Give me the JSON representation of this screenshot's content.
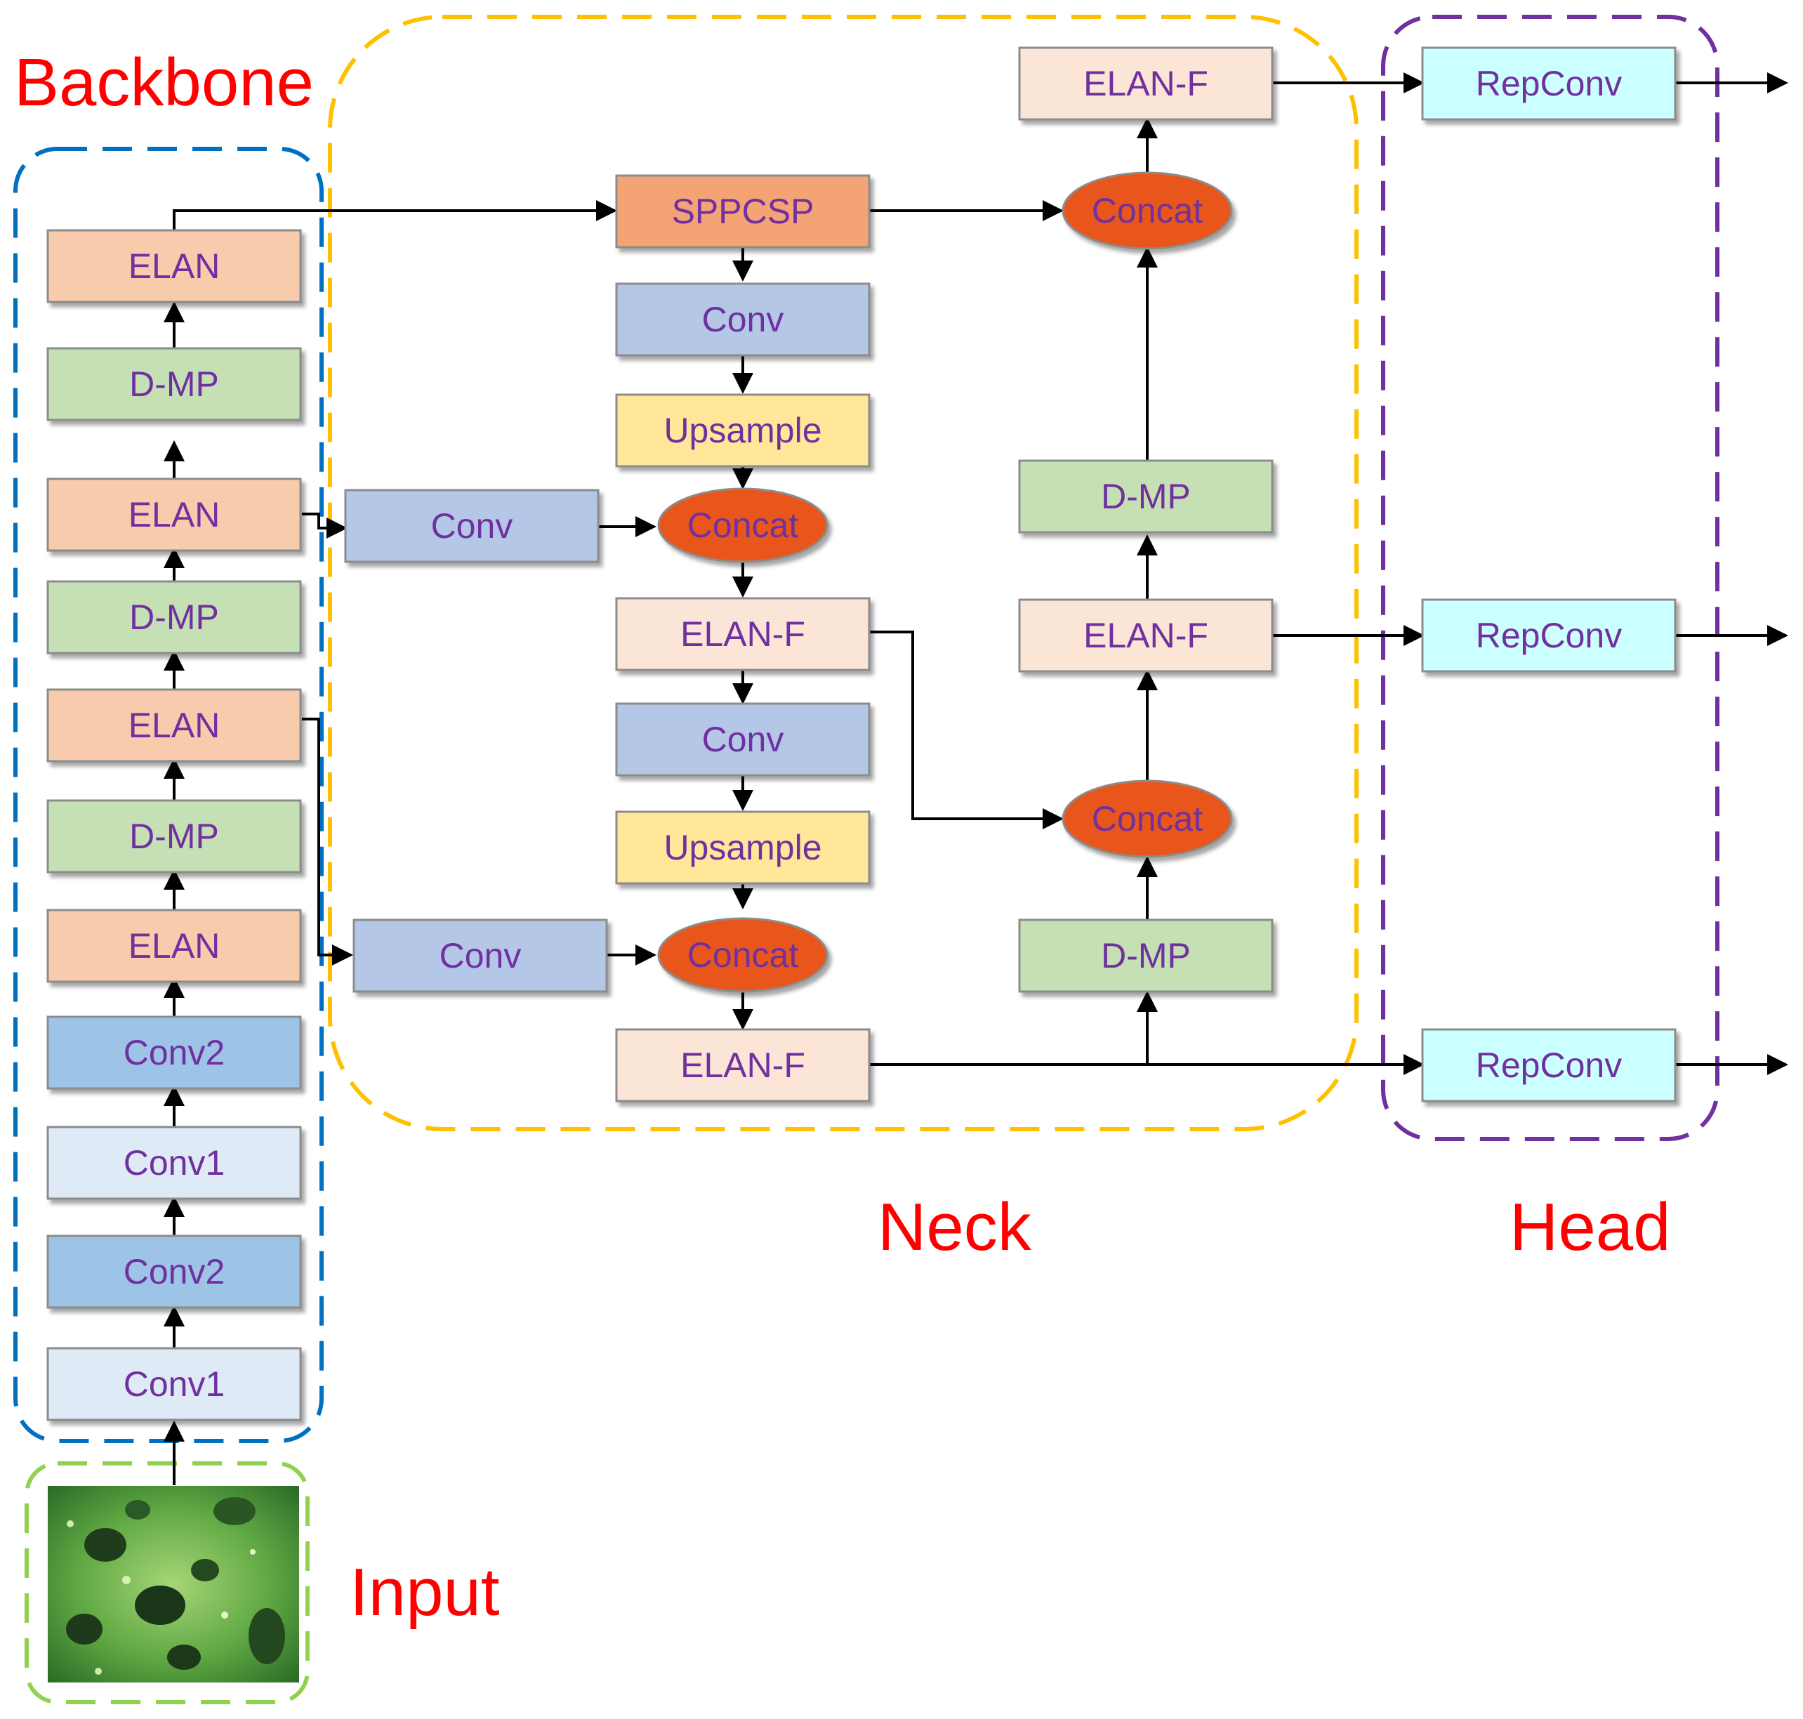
{
  "labels": {
    "backbone": "Backbone",
    "neck": "Neck",
    "head": "Head",
    "input": "Input"
  },
  "colors": {
    "backbone_border": "#0070c0",
    "neck_border": "#ffc000",
    "head_border": "#7030a0",
    "input_border": "#92d050",
    "section_text": "#ff0000",
    "block_text": "#7030a0",
    "elan": "#f8cbad",
    "dmp": "#c5e0b4",
    "conv_dark": "#9dc3e6",
    "conv_light": "#deebf7",
    "conv_neck": "#b4c7e7",
    "upsample": "#ffe699",
    "elanf": "#fbe5d6",
    "sppcsp": "#f4a374",
    "concat": "#e8561f",
    "repconv": "#ccffff"
  },
  "blocks": {
    "bb_elan_4": "ELAN",
    "bb_dmp_3": "D-MP",
    "bb_elan_3": "ELAN",
    "bb_dmp_2": "D-MP",
    "bb_elan_2": "ELAN",
    "bb_dmp_1": "D-MP",
    "bb_elan_1": "ELAN",
    "bb_conv2_b": "Conv2",
    "bb_conv1_b": "Conv1",
    "bb_conv2_a": "Conv2",
    "bb_conv1_a": "Conv1",
    "nk_conv_side_1": "Conv",
    "nk_conv_side_2": "Conv",
    "nk_sppcsp": "SPPCSP",
    "nk_conv_1": "Conv",
    "nk_upsample_1": "Upsample",
    "nk_concat_1": "Concat",
    "nk_elanf_1": "ELAN-F",
    "nk_conv_2": "Conv",
    "nk_upsample_2": "Upsample",
    "nk_concat_2": "Concat",
    "nk_elanf_2": "ELAN-F",
    "nk_dmp_low": "D-MP",
    "nk_concat_3": "Concat",
    "nk_elanf_3": "ELAN-F",
    "nk_dmp_high": "D-MP",
    "nk_concat_4": "Concat",
    "nk_elanf_4": "ELAN-F",
    "hd_repconv_1": "RepConv",
    "hd_repconv_2": "RepConv",
    "hd_repconv_3": "RepConv"
  }
}
